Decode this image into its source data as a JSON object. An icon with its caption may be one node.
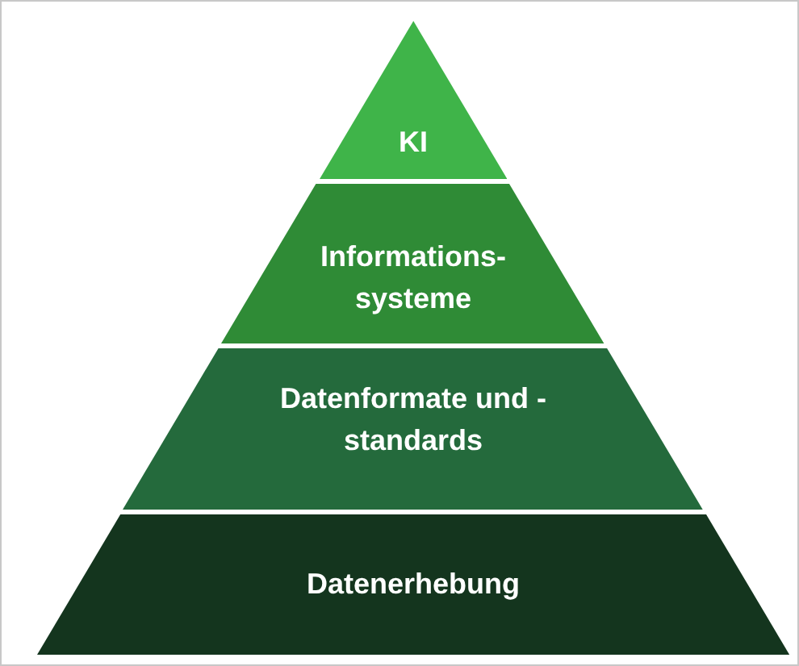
{
  "diagram": {
    "nodes": [
      {
        "text": [
          "KI"
        ]
      },
      {
        "text": [
          "Informations- systeme"
        ]
      },
      {
        "text": [
          "Datenformate und -standards"
        ]
      },
      {
        "text": [
          "Datenerhebung"
        ]
      }
    ]
  }
}
